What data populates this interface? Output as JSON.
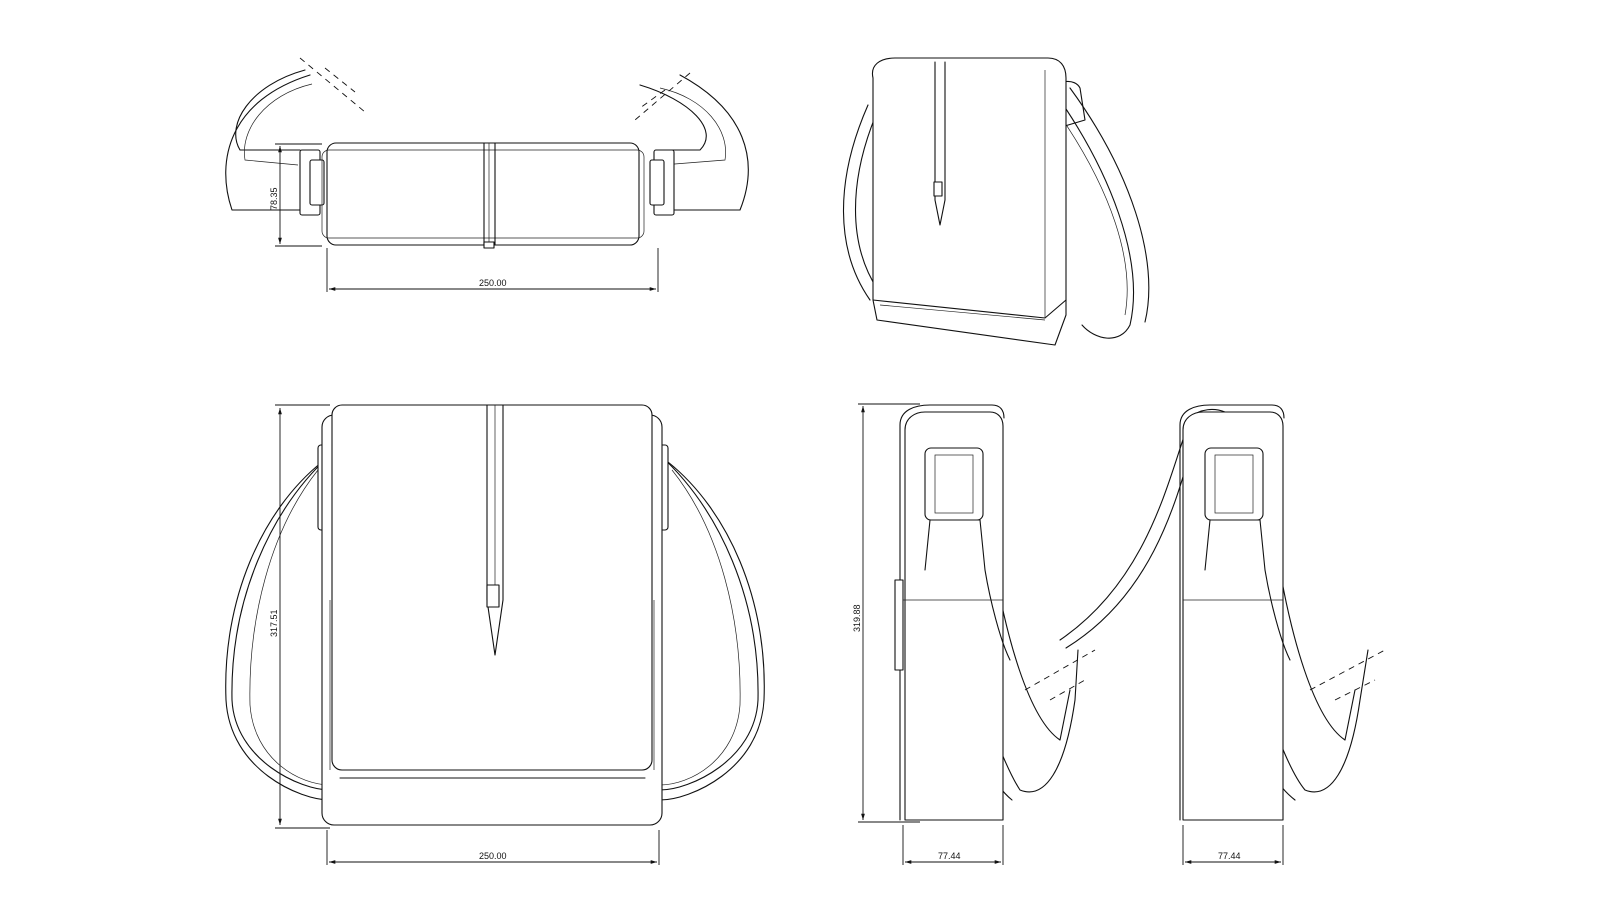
{
  "dimensions": {
    "top_height": "78.35",
    "top_width": "250.00",
    "front_height": "317.51",
    "front_width": "250.00",
    "side_height": "319.88",
    "side_left_depth": "77.44",
    "side_right_depth": "77.44"
  }
}
